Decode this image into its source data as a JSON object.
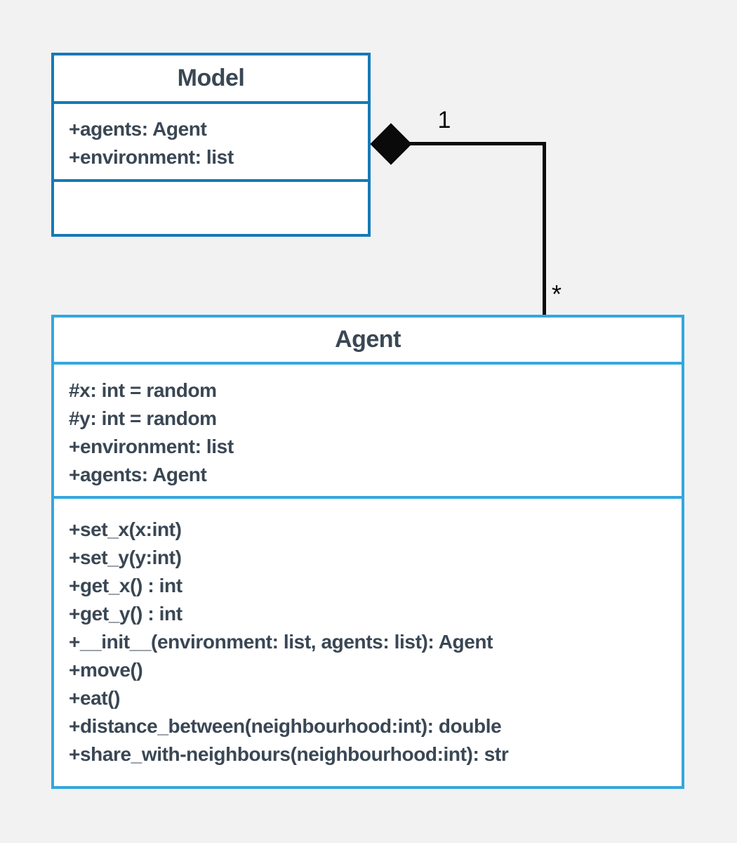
{
  "diagram": {
    "type": "uml-class-diagram",
    "colors": {
      "bg": "#f2f2f2",
      "model_border": "#1679b7",
      "agent_border": "#33a7df",
      "text": "#3a4754",
      "connector": "#0a0a0a",
      "box_fill": "#ffffff"
    }
  },
  "classes": [
    {
      "name": "Model",
      "attributes": [
        "+agents: Agent",
        "+environment: list"
      ],
      "methods": []
    },
    {
      "name": "Agent",
      "attributes": [
        "#x: int = random",
        "#y: int = random",
        "+environment: list",
        "+agents: Agent"
      ],
      "methods": [
        "+set_x(x:int)",
        "+set_y(y:int)",
        "+get_x() : int",
        "+get_y() : int",
        "+__init__(environment: list, agents: list): Agent",
        "+move()",
        "+eat()",
        "+distance_between(neighbourhood:int): double",
        "+share_with-neighbours(neighbourhood:int): str"
      ]
    }
  ],
  "relationship": {
    "type": "composition",
    "from": "Model",
    "to": "Agent",
    "from_multiplicity": "1",
    "to_multiplicity": "*"
  }
}
